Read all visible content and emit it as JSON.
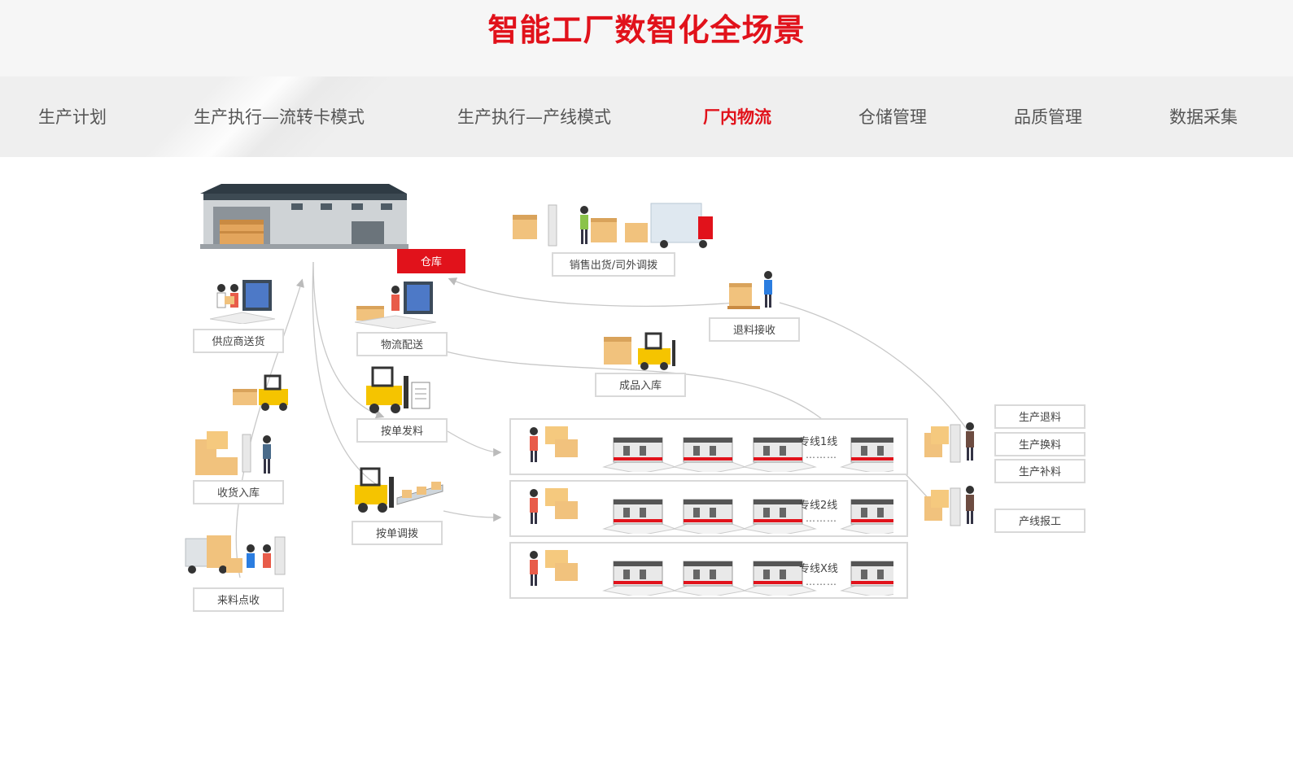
{
  "page_title": "智能工厂数智化全场景",
  "tabs": [
    {
      "label": "生产计划",
      "active": false
    },
    {
      "label": "生产执行—流转卡模式",
      "active": false
    },
    {
      "label": "生产执行—产线模式",
      "active": false
    },
    {
      "label": "厂内物流",
      "active": true
    },
    {
      "label": "仓储管理",
      "active": false
    },
    {
      "label": "品质管理",
      "active": false
    },
    {
      "label": "数据采集",
      "active": false
    }
  ],
  "colors": {
    "accent": "#e1121b",
    "tab_bar": "#efefef",
    "header": "#f6f6f6"
  },
  "diagram": {
    "warehouse_label": "仓库",
    "nodes": {
      "sales_out": "销售出货/司外调拨",
      "return_receive": "退料接收",
      "supplier_delivery": "供应商送货",
      "logistics_dispatch": "物流配送",
      "finished_in": "成品入库",
      "issue_by_order": "按单发料",
      "receive_in": "收货入库",
      "transfer_by_order": "按单调拨",
      "incoming_check": "来料点收"
    },
    "lines": [
      {
        "name": "专线1线",
        "dots": "………"
      },
      {
        "name": "专线2线",
        "dots": "………"
      },
      {
        "name": "专线X线",
        "dots": "………"
      }
    ],
    "right_actions": [
      "生产退料",
      "生产换料",
      "生产补料",
      "产线报工"
    ]
  }
}
